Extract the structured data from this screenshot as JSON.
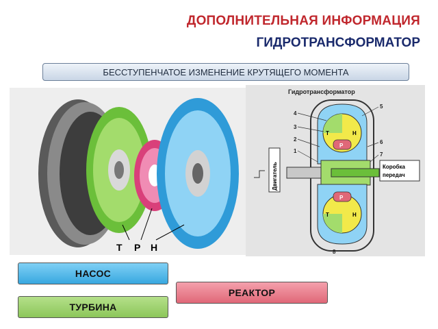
{
  "header": {
    "title": "ДОПОЛНИТЕЛЬНАЯ ИНФОРМАЦИЯ",
    "subtitle": "ГИДРОТРАНСФОРМАТОР"
  },
  "banner": {
    "text": "БЕССТУПЕНЧАТОЕ ИЗМЕНЕНИЕ КРУТЯЩЕГО МОМЕНТА"
  },
  "left_illustration": {
    "labels": [
      "Т",
      "Р",
      "Н"
    ]
  },
  "schematic": {
    "title": "Гидротрансформатор",
    "engine_label": "Двигатель",
    "gearbox_label_line1": "Коробка",
    "gearbox_label_line2": "передач",
    "numbers": [
      "1",
      "2",
      "3",
      "4",
      "5",
      "6",
      "7",
      "8"
    ],
    "wheel_letters": {
      "turbine": "Т",
      "pump": "Н",
      "reactor": "Р"
    }
  },
  "legend": {
    "pump": "НАСОС",
    "reactor": "РЕАКТОР",
    "turbine": "ТУРБИНА"
  },
  "colors": {
    "title": "#c0272d",
    "subtitle": "#1a2a6c",
    "pump": "#38a8e0",
    "reactor": "#e06878",
    "turbine": "#8cc65a"
  }
}
